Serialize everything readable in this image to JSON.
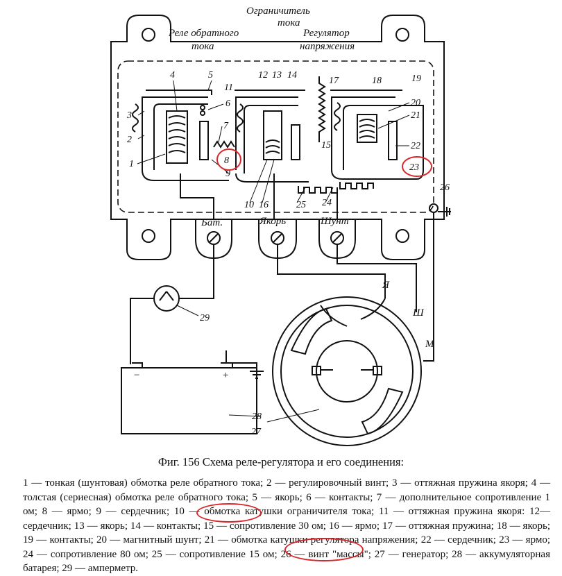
{
  "labels": {
    "current_limiter": [
      "Ограничитель",
      "тока"
    ],
    "reverse_current_relay": [
      "Реле обратного",
      "тока"
    ],
    "voltage_regulator": [
      "Регулятор",
      "напряжения"
    ]
  },
  "terminals": [
    "Бат.",
    "Якорь",
    "Шунт"
  ],
  "generator_terminals": [
    "Я",
    "Ш",
    "М"
  ],
  "numbers": [
    "1",
    "2",
    "3",
    "4",
    "5",
    "6",
    "7",
    "8",
    "9",
    "10",
    "11",
    "12",
    "13",
    "14",
    "15",
    "16",
    "17",
    "18",
    "19",
    "20",
    "21",
    "22",
    "23",
    "24",
    "25",
    "26",
    "27",
    "28",
    "29"
  ],
  "polarity": {
    "minus": "−",
    "plus": "+"
  },
  "caption": "Фиг. 156 Схема реле-регулятора и его соединения:",
  "legend": [
    "1 — тонкая (шунтовая) обмотка реле обратного тока; 2 — регулировочный винт; 3 — оттяжная пружина якоря; 4 — толстая (сериесная) обмотка реле обратного тока; 5 — якорь; 6 — контакты; 7 — дополнительное сопротивление 1 ом; ",
    "8 — ярмо;",
    " 9 — сердечник; 10 — обмотка катушки ограничителя тока; 11 — оттяжная пружина якоря: 12— сердечник; 13 — якорь; 14 — контакты; 15 — сопротивление 30 ом; 16 — ярмо; 17 — оттяжная пружина; 18 — якорь; 19 — контакты; 20 — магнитный шунт; 21 — обмотка катушки регулятора напряжения; 22 — сердечник; ",
    "23 — ярмо;",
    " 24 — сопротивление 80 ом; 25 — сопротивление 15 ом; 26 — винт \"массы\"; 27 — генератор; 28 — аккумуляторная батарея; 29 — амперметр."
  ],
  "colors": {
    "ink": "#111111",
    "highlight": "#d9262b"
  }
}
